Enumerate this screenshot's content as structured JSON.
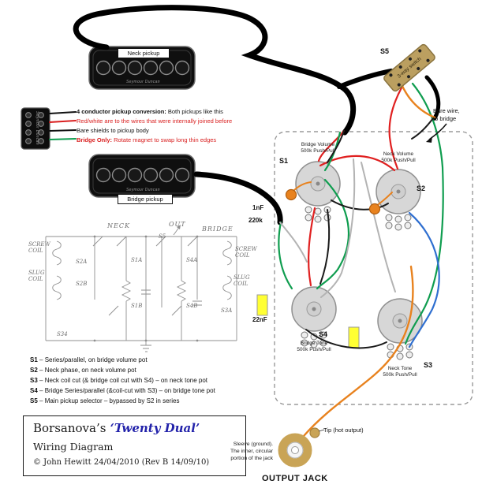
{
  "colors": {
    "title_accent": "#2222aa",
    "wire_red": "#e02020",
    "wire_green": "#0f9d4f",
    "wire_blue": "#2f6fd0",
    "wire_orange": "#e8821e",
    "cap_yellow": "#ffff33",
    "switch_tan": "#bb9f60",
    "jack_gold": "#c9a456"
  },
  "pickups": {
    "neck_label": "Neck pickup",
    "bridge_label": "Bridge pickup",
    "brand": "Seymour Duncan"
  },
  "legend": {
    "line1_bold": "4 conductor pickup conversion:",
    "line1_rest": " Both pickups like this",
    "line2": "Red/white are to the wires that were internally joined before",
    "line3": "Bare shields to pickup body",
    "line4_bold": "Bridge Only:",
    "line4_rest": " Rotate magnet to swap long thin edges"
  },
  "sketch": {
    "neck": "NECK",
    "out": "OUT",
    "bridge": "BRIDGE",
    "s5": "S5",
    "screw_coil_left": "SCREW COIL",
    "slug_coil_left": "SLUG COIL",
    "screw_coil_right": "SCREW COIL",
    "slug_coil_right": "SLUG COIL",
    "s2a": "S2A",
    "s2b": "S2B",
    "s1a": "S1A",
    "s1b": "S1B",
    "s4a": "S4A",
    "s4b": "S4B",
    "s3a": "S3A",
    "s34": "S34"
  },
  "switch_list": [
    {
      "tag": "S1",
      "text": " – Series/parallel, on bridge volume pot"
    },
    {
      "tag": "S2",
      "text": " – Neck phase, on neck volume pot"
    },
    {
      "tag": "S3",
      "text": " – Neck coil cut (& bridge coil cut with S4) – on neck tone pot"
    },
    {
      "tag": "S4",
      "text": " – Bridge Series/parallel (&coil-cut with S3) – on bridge tone pot"
    },
    {
      "tag": "S5",
      "text": " – Main pickup selector – bypassed by S2 in series"
    }
  ],
  "titlebox": {
    "owner": "Borsanova’s",
    "title": " ‘Twenty Dual’",
    "subtitle": "Wiring Diagram",
    "credit": "© John Hewitt 24/04/2010  (Rev B 14/09/10)"
  },
  "wiring": {
    "pots": [
      {
        "tag": "S1",
        "name": "Bridge Volume",
        "value": "500k Push/Pull"
      },
      {
        "tag": "S2",
        "name": "Neck Volume",
        "value": "500k Push/Pull"
      },
      {
        "tag": "S4",
        "name": "Bridge Tone",
        "value": "500k Push/Pull"
      },
      {
        "tag": "S3",
        "name": "Neck Tone",
        "value": "500k Push/Pull"
      }
    ],
    "cap1": "1nF",
    "res1": "220k",
    "cap2": "22nF",
    "selector_tag": "S5",
    "selector_label": "3-way switch",
    "bare_wire_1": "Bare wire,",
    "bare_wire_2": "to bridge"
  },
  "jack": {
    "tip_label": "Tip (hot output)",
    "sleeve_1": "Sleeve (ground).",
    "sleeve_2": "The inner, circular",
    "sleeve_3": "portion of the jack",
    "title": "OUTPUT JACK"
  }
}
